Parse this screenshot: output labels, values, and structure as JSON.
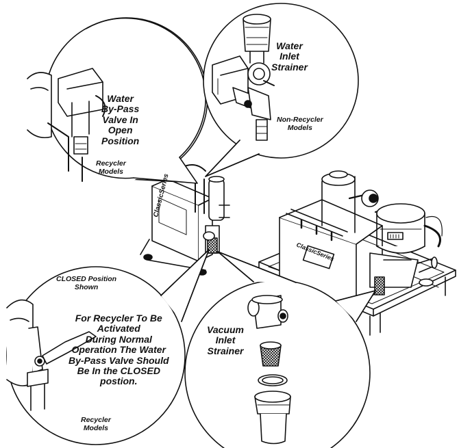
{
  "labels": {
    "water_inlet_strainer": [
      "Water",
      "Inlet",
      "Strainer"
    ],
    "non_recycler_models": [
      "Non-Recycler",
      "Models"
    ],
    "bypass_valve_open": [
      "Water",
      "By-Pass",
      "Valve In",
      "Open",
      "Position"
    ],
    "recycler_models_top": [
      "Recycler",
      "Models"
    ],
    "closed_position_shown": [
      "CLOSED Position",
      "Shown"
    ],
    "recycler_instruction": [
      "For Recycler To Be",
      "Activated",
      "During Normal",
      "Operation The Water",
      "By-Pass Valve Should",
      "Be In the CLOSED",
      "postion."
    ],
    "recycler_models_bottom": [
      "Recycler",
      "Models"
    ],
    "vacuum_inlet_strainer": [
      "Vacuum",
      "Inlet",
      "Strainer"
    ],
    "brand_text": "ClassicSeries"
  }
}
